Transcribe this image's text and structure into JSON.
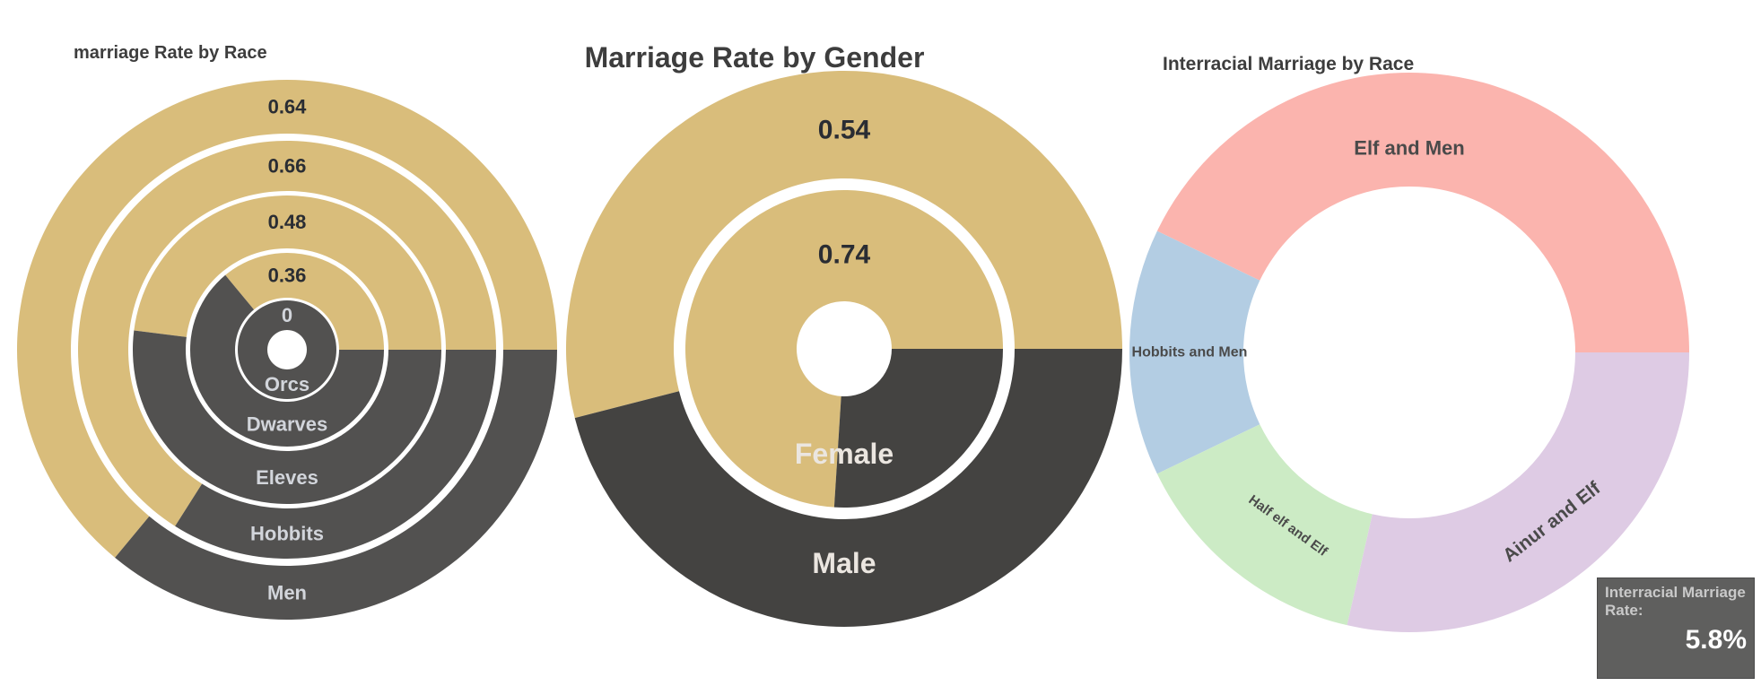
{
  "chart_data": [
    {
      "type": "pie",
      "subtype": "nested-donut",
      "title": "marriage Rate by Race",
      "rings": [
        {
          "name": "Men",
          "value": 0.64,
          "label": "0.64"
        },
        {
          "name": "Hobbits",
          "value": 0.66,
          "label": "0.66"
        },
        {
          "name": "Eleves",
          "value": 0.48,
          "label": "0.48"
        },
        {
          "name": "Dwarves",
          "value": 0.36,
          "label": "0.36"
        },
        {
          "name": "Orcs",
          "value": 0,
          "label": "0"
        }
      ]
    },
    {
      "type": "pie",
      "subtype": "nested-donut",
      "title": "Marriage Rate by Gender",
      "rings": [
        {
          "name": "Male",
          "value": 0.54,
          "label": "0.54"
        },
        {
          "name": "Female",
          "value": 0.74,
          "label": "0.74"
        }
      ]
    },
    {
      "type": "pie",
      "subtype": "donut",
      "title": "Interracial Marriage by Race",
      "slices": [
        {
          "name": "Elf and Men",
          "value": 3,
          "color": "#fbb4ae"
        },
        {
          "name": "Hobbits and Men",
          "value": 1,
          "color": "#b3cde3"
        },
        {
          "name": "Half elf and Elf",
          "value": 1,
          "color": "#ccebc5"
        },
        {
          "name": "Ainur and Elf",
          "value": 2,
          "color": "#decbe4"
        }
      ]
    }
  ],
  "colors": {
    "married": "#d9bd7b",
    "unmarried_race": "#525150",
    "unmarried_gender": "#444341"
  },
  "kpi": {
    "label": "Interracial Marriage Rate:",
    "value": "5.8%"
  }
}
